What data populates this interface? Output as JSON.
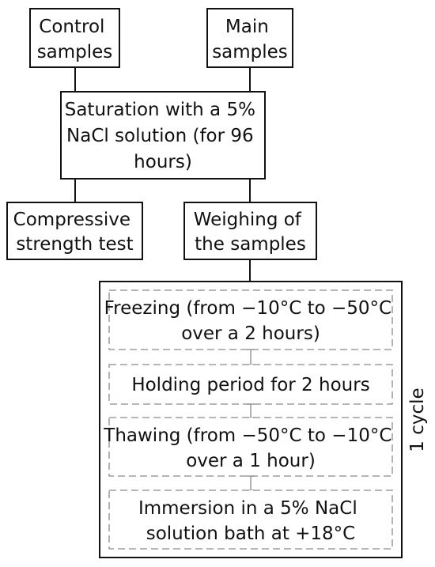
{
  "nodes": {
    "control_samples": [
      "Control",
      "samples"
    ],
    "main_samples": [
      "Main",
      "samples"
    ],
    "saturation": [
      "Saturation with a 5%",
      "NaCl solution (for 96",
      "hours)"
    ],
    "compressive_test": [
      "Compressive",
      "strength test"
    ],
    "weighing": [
      "Weighing of",
      "the samples"
    ],
    "freezing": [
      "Freezing (from −10°C to −50°C",
      "over a 2 hours)"
    ],
    "holding": [
      "Holding period for 2 hours"
    ],
    "thawing": [
      "Thawing (from −50°C to −10°C",
      "over a 1 hour)"
    ],
    "immersion": [
      "Immersion in a 5% NaCl",
      "solution bath at +18°C"
    ]
  },
  "cycle_label": "1 cycle",
  "colors": {
    "stroke": "#111111",
    "dashed_stroke": "#8a8a8a",
    "text": "#111111",
    "background": "#ffffff"
  }
}
